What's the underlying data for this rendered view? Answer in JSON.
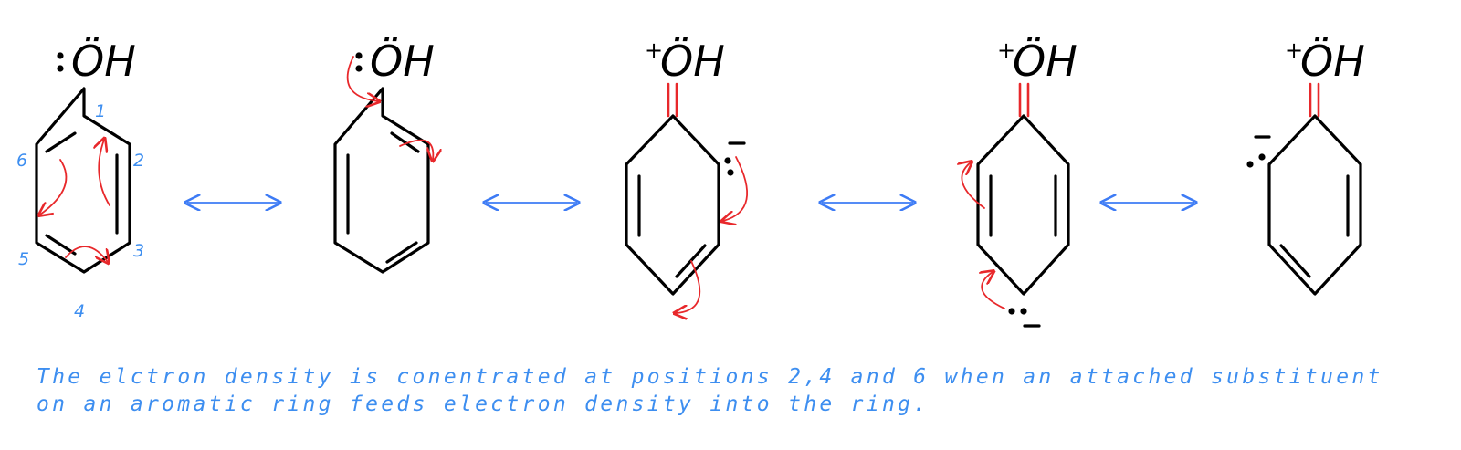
{
  "structures": [
    {
      "oh_label": "ÖH",
      "charge": ""
    },
    {
      "oh_label": "ÖH",
      "charge": ""
    },
    {
      "oh_label": "ÖH",
      "charge": "+"
    },
    {
      "oh_label": "ÖH",
      "charge": "+"
    },
    {
      "oh_label": "ÖH",
      "charge": "+"
    }
  ],
  "position_labels": [
    "1",
    "2",
    "3",
    "4",
    "5",
    "6"
  ],
  "carbanion_charges": [
    "–",
    "–",
    "–"
  ],
  "caption": {
    "line1": "The elctron density is conentrated at positions 2,4 and 6 when an attached substituent",
    "line2": "on an aromatic ring feeds electron density into the ring."
  },
  "colors": {
    "bond": "#000000",
    "curly_arrow": "#e8282b",
    "resonance_arrow": "#3d7bf5",
    "annotation": "#3d8ef0"
  }
}
